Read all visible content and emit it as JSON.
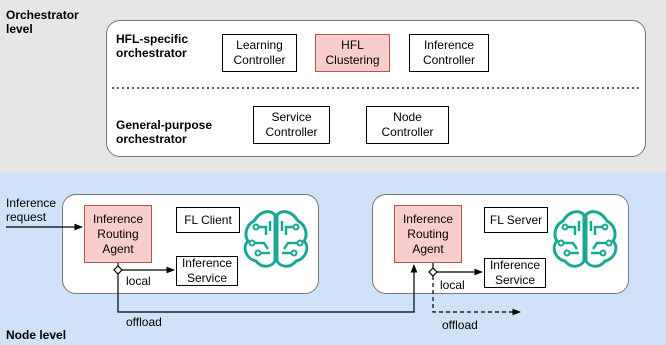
{
  "colors": {
    "orchestrator_band": "#e6e6e6",
    "node_band": "#cfe2f7",
    "highlight_fill": "#f8cecc",
    "highlight_stroke": "#b85450",
    "ai_icon": "#1aa895"
  },
  "orchestrator": {
    "level_label": "Orchestrator\nlevel",
    "hfl_label": "HFL-specific\norchestrator",
    "general_label": "General-purpose\norchestrator",
    "learning_controller": "Learning\nController",
    "hfl_clustering": "HFL\nClustering",
    "inference_controller": "Inference\nController",
    "service_controller": "Service\nController",
    "node_controller": "Node\nController"
  },
  "node_level": {
    "level_label": "Node level",
    "inference_request": "Inference\nrequest",
    "left_node": {
      "routing_agent": "Inference\nRouting\nAgent",
      "fl_component": "FL Client",
      "inference_service": "Inference\nService",
      "local_label": "local",
      "offload_label": "offload",
      "ai_icon": "brain-circuit-icon"
    },
    "right_node": {
      "routing_agent": "Inference\nRouting\nAgent",
      "fl_component": "FL Server",
      "inference_service": "Inference\nService",
      "local_label": "local",
      "offload_label": "offload",
      "ai_icon": "brain-circuit-icon"
    }
  }
}
